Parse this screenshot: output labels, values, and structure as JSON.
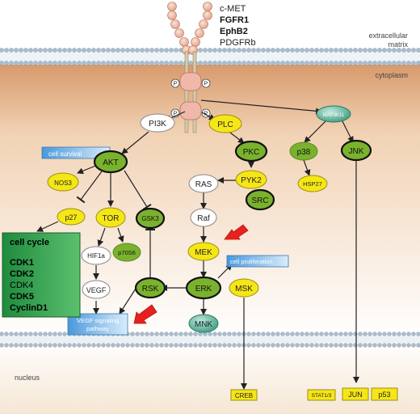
{
  "receptors": {
    "items": [
      "c-MET",
      "FGFR1",
      "EphB2",
      "PDGFRb"
    ]
  },
  "compartments": {
    "extracellular_line1": "extracellular",
    "extracellular_line2": "matrix",
    "cytoplasm": "cytoplasm",
    "nucleus": "nucleus"
  },
  "phospho_label": "P",
  "nodes": {
    "pi3k": "PI3K",
    "plc": "PLC",
    "map3k11": "MAP3K11",
    "pkc": "PKC",
    "pyk2": "PYK2",
    "src": "SRC",
    "p38": "p38",
    "jnk": "JNK",
    "hsp27": "HSP27",
    "akt": "AKT",
    "nos3": "NOS3",
    "ras": "RAS",
    "raf": "Raf",
    "mek": "MEK",
    "erk": "ERK",
    "msk": "MSK",
    "rsk": "RSK",
    "mnk": "MNK",
    "p27": "p27",
    "tor": "TOR",
    "gsk3": "GSK3",
    "hif1a": "HIF1a",
    "p70s6": "p70S6",
    "vegf": "VEGF"
  },
  "outcomes": {
    "cell_survival": "cell survival",
    "cell_proliferation": "cell proliferation",
    "vegf_line1": "VEGF signaling",
    "vegf_line2": "pathway"
  },
  "cell_cycle": {
    "title": "cell cycle",
    "items": [
      "CDK1",
      "CDK2",
      "CDK4",
      "CDK5",
      "CyclinD1"
    ]
  },
  "nuclear_targets": {
    "creb": "CREB",
    "stat": "STAT1/3",
    "jun": "JUN",
    "p53": "p53"
  },
  "colors": {
    "yellow_node": "#f5e616",
    "green_node": "#7ab22e",
    "white_node": "#ffffff",
    "teal_node": "#5fb39a",
    "red_arrow": "#e8201e",
    "cell_cycle_green": "#2f9a4a",
    "outcome_blue": "#5ca8e4",
    "membrane_head": "#aabdcd"
  }
}
